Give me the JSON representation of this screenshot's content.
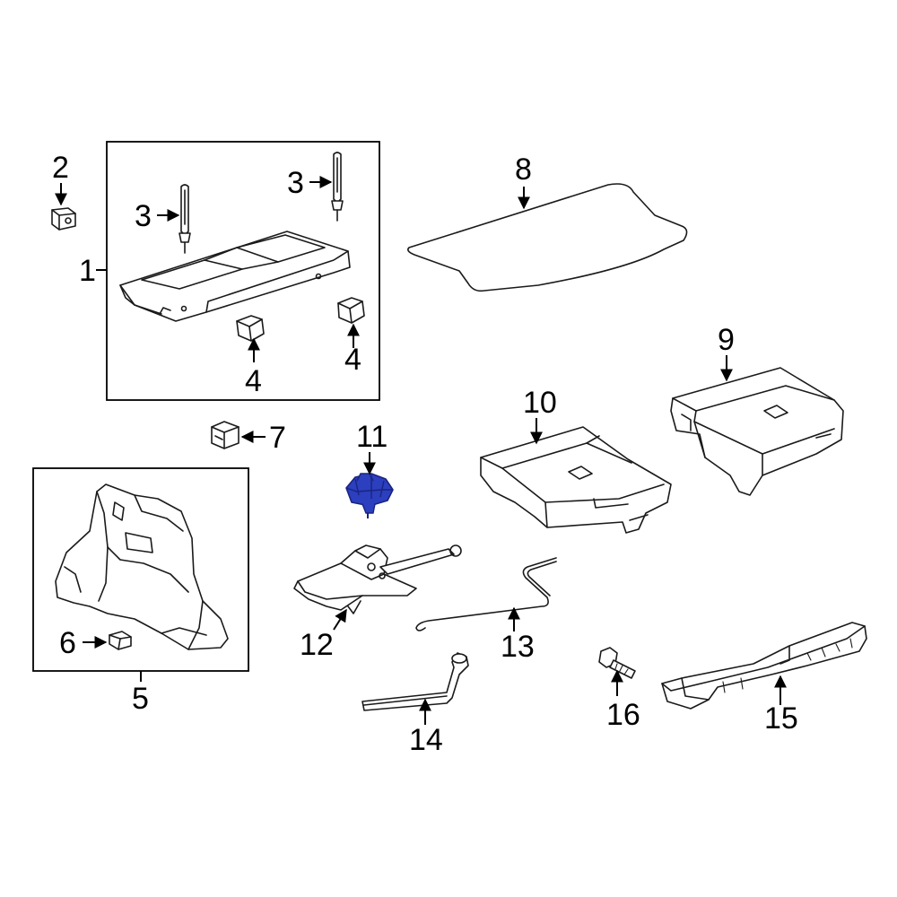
{
  "labels": {
    "part_1": "1",
    "part_2": "2",
    "part_3a": "3",
    "part_3b": "3",
    "part_4a": "4",
    "part_4b": "4",
    "part_5": "5",
    "part_6": "6",
    "part_7": "7",
    "part_8": "8",
    "part_9": "9",
    "part_10": "10",
    "part_11": "11",
    "part_12": "12",
    "part_13": "13",
    "part_14": "14",
    "part_15": "15",
    "part_16": "16"
  },
  "colors": {
    "highlight": "#2b3fbf",
    "highlight_dark": "#1a2480",
    "line": "#1a1a1a"
  }
}
